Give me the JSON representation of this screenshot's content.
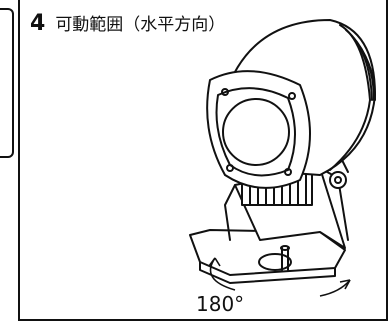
{
  "step": {
    "number": "4",
    "title": "可動範囲（水平方向）"
  },
  "figure": {
    "angle_label": "180°",
    "icon": "rotating-spotlight-illustration"
  }
}
